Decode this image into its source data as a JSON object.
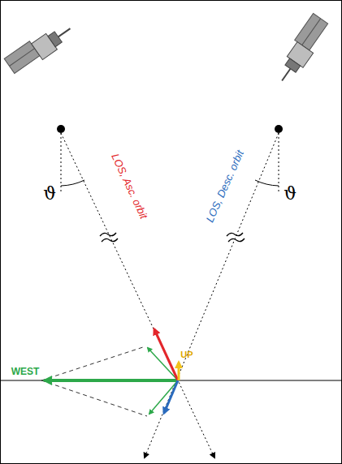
{
  "diagram": {
    "labels": [
      "LOS, Asc. orbit",
      "LOS, Desc. orbit",
      "UP",
      "WEST",
      "ϑ",
      "ϑ"
    ]
  }
}
